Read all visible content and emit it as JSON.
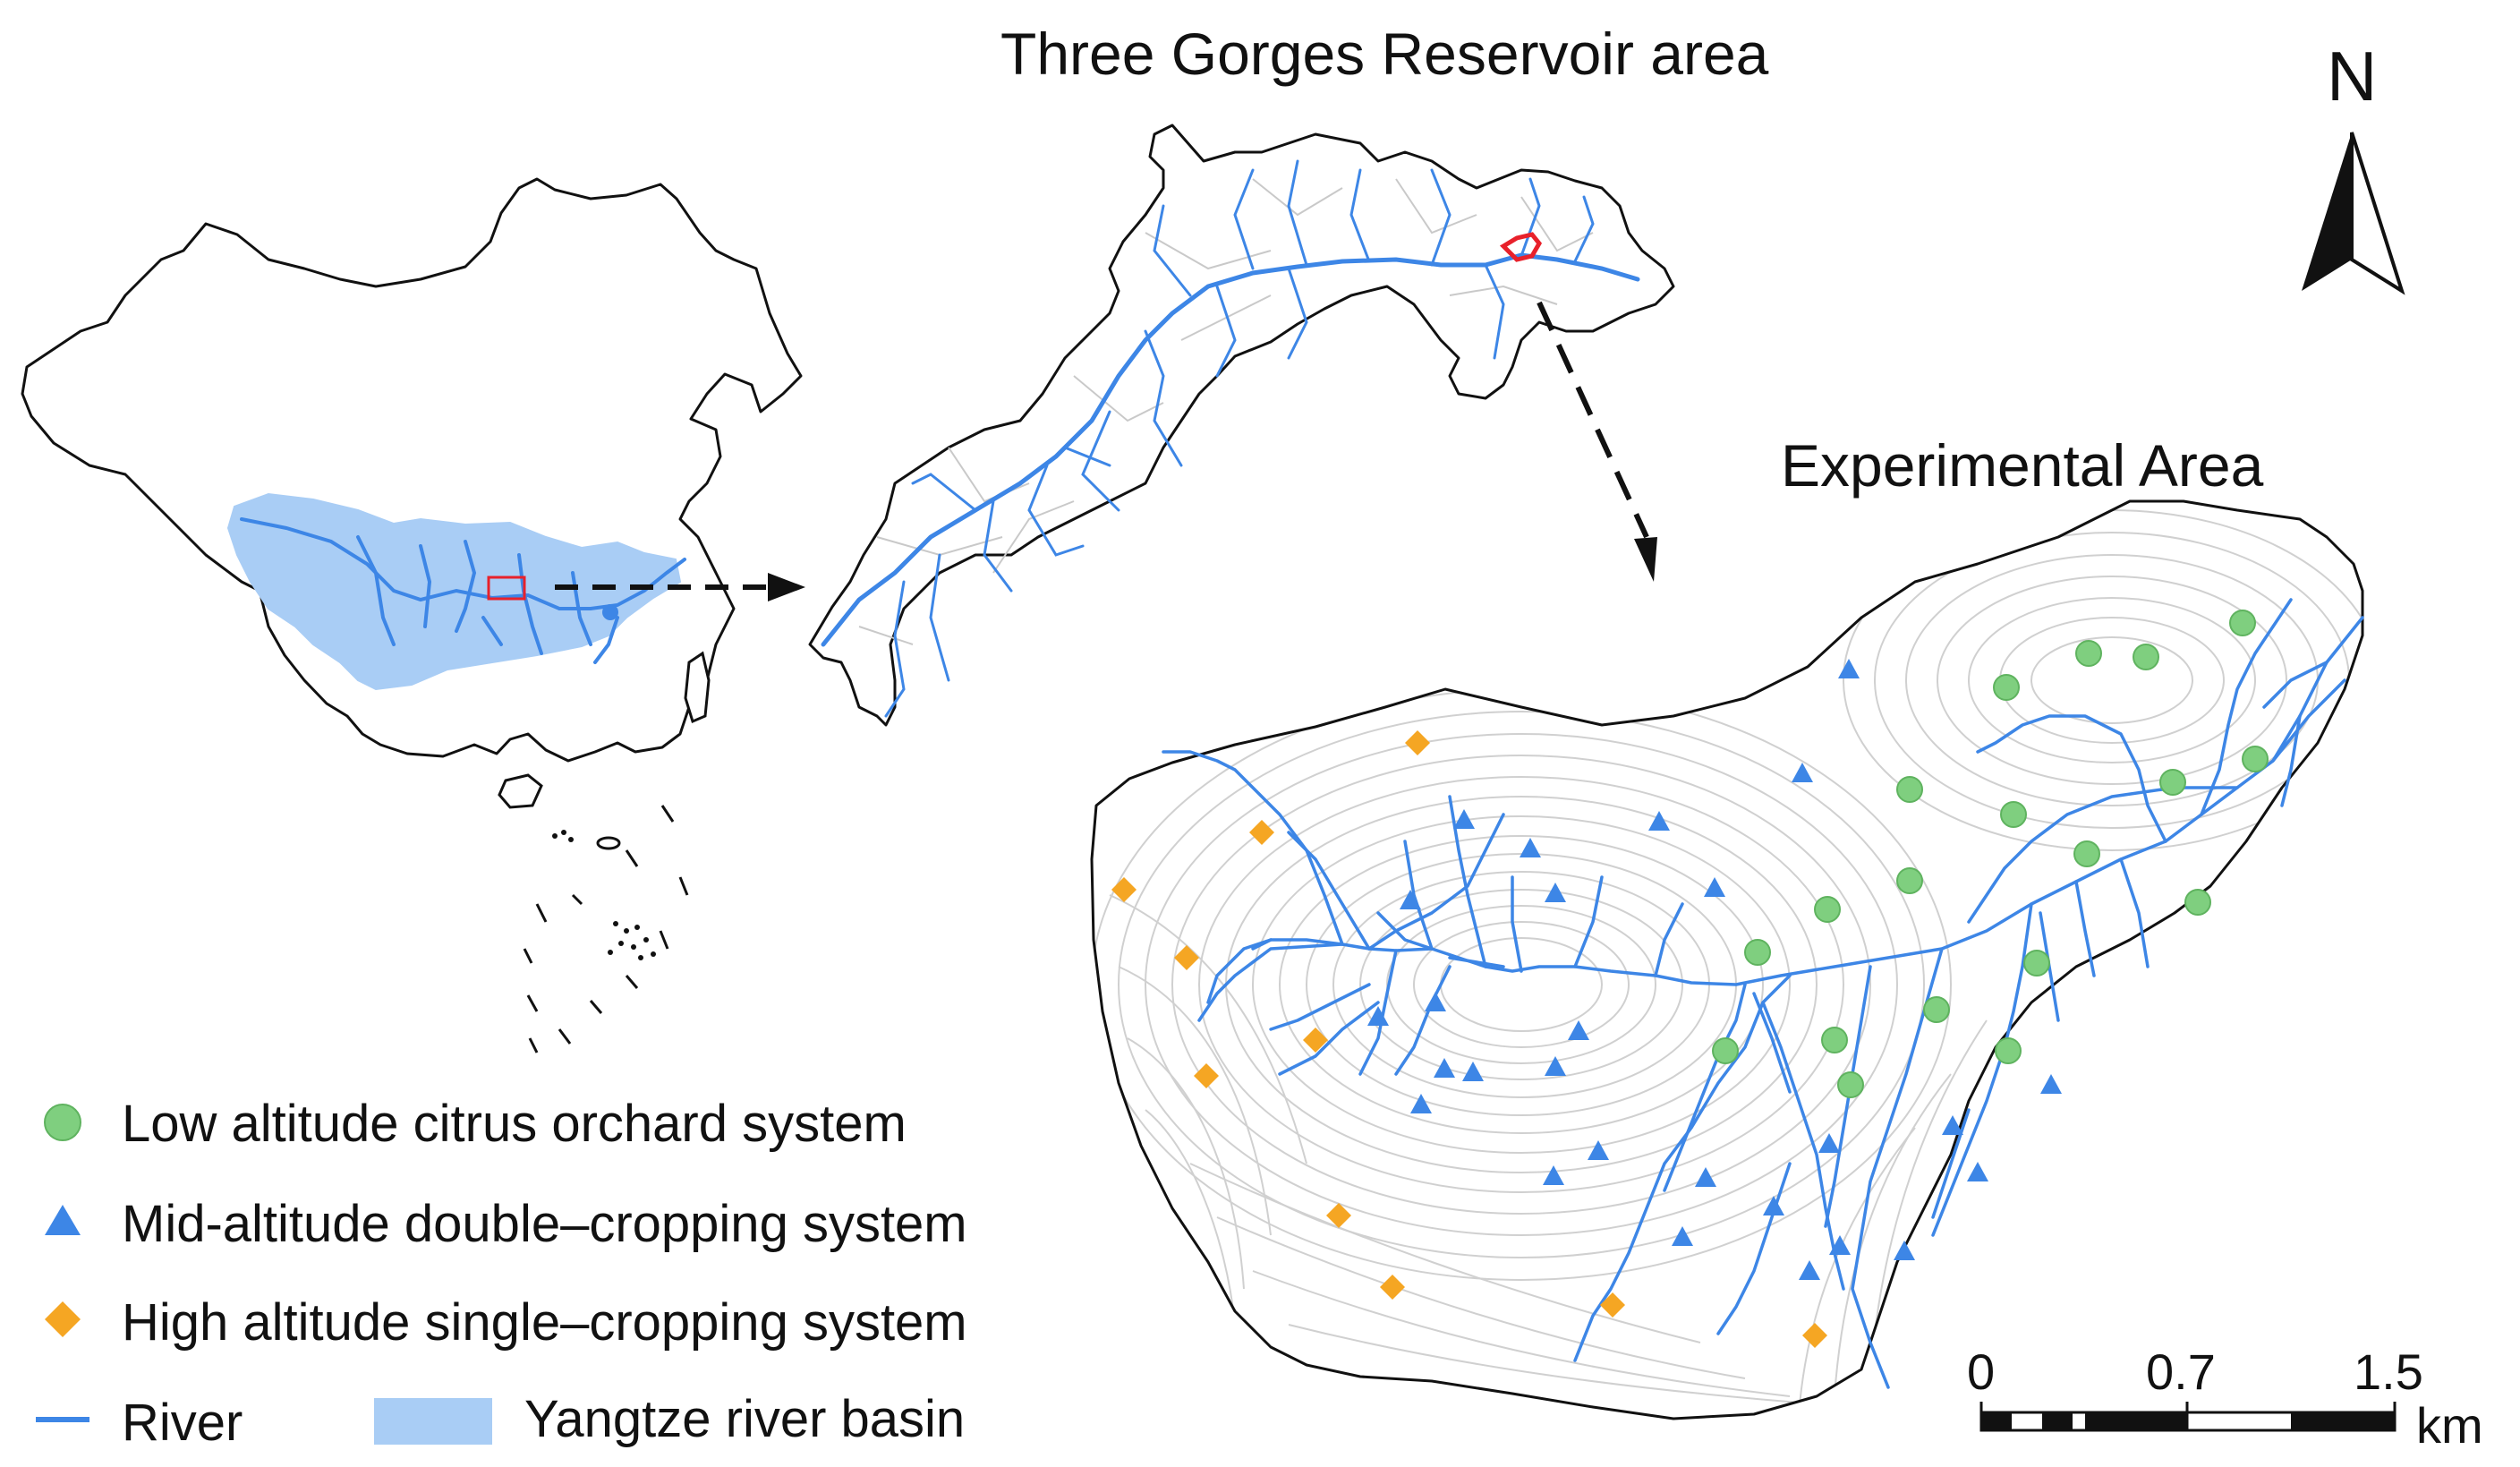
{
  "titles": {
    "reservoir": "Three Gorges Reservoir area",
    "experimental": "Experimental Area"
  },
  "north_arrow": {
    "label": "N",
    "icon": "north-arrow-icon"
  },
  "legend": {
    "items": [
      {
        "label": "Low altitude citrus orchard system",
        "symbol": "circle",
        "color": "#7fcf7f"
      },
      {
        "label": "Mid-altitude double–cropping system",
        "symbol": "triangle",
        "color": "#3d86e6"
      },
      {
        "label": "High altitude single–cropping system",
        "symbol": "diamond",
        "color": "#f5a623"
      },
      {
        "label": "River",
        "symbol": "line",
        "color": "#3d86e6"
      },
      {
        "label": "Yangtze river basin",
        "symbol": "rect",
        "color": "#a9cdf5"
      }
    ]
  },
  "scale_bar": {
    "ticks": [
      "0",
      "0.7",
      "1.5"
    ],
    "unit": "km"
  },
  "colors": {
    "outline": "#111111",
    "river": "#3d86e6",
    "basin": "#a9cdf5",
    "contour": "#d0d0d0",
    "highlight": "#e8212b",
    "low_site": "#7fcf7f",
    "mid_site": "#3d86e6",
    "high_site": "#f5a623"
  }
}
